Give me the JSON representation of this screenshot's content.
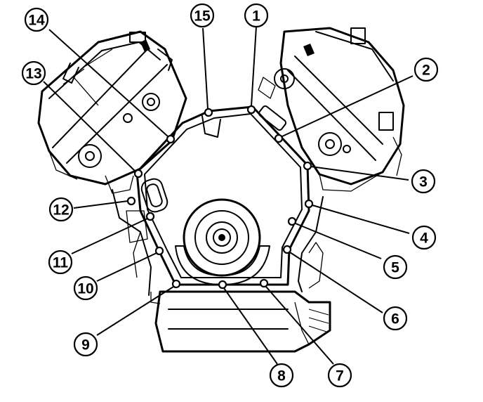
{
  "callouts": [
    {
      "label": "1"
    },
    {
      "label": "2"
    },
    {
      "label": "3"
    },
    {
      "label": "4"
    },
    {
      "label": "5"
    },
    {
      "label": "6"
    },
    {
      "label": "7"
    },
    {
      "label": "8"
    },
    {
      "label": "9"
    },
    {
      "label": "10"
    },
    {
      "label": "11"
    },
    {
      "label": "12"
    },
    {
      "label": "13"
    },
    {
      "label": "14"
    },
    {
      "label": "15"
    }
  ]
}
